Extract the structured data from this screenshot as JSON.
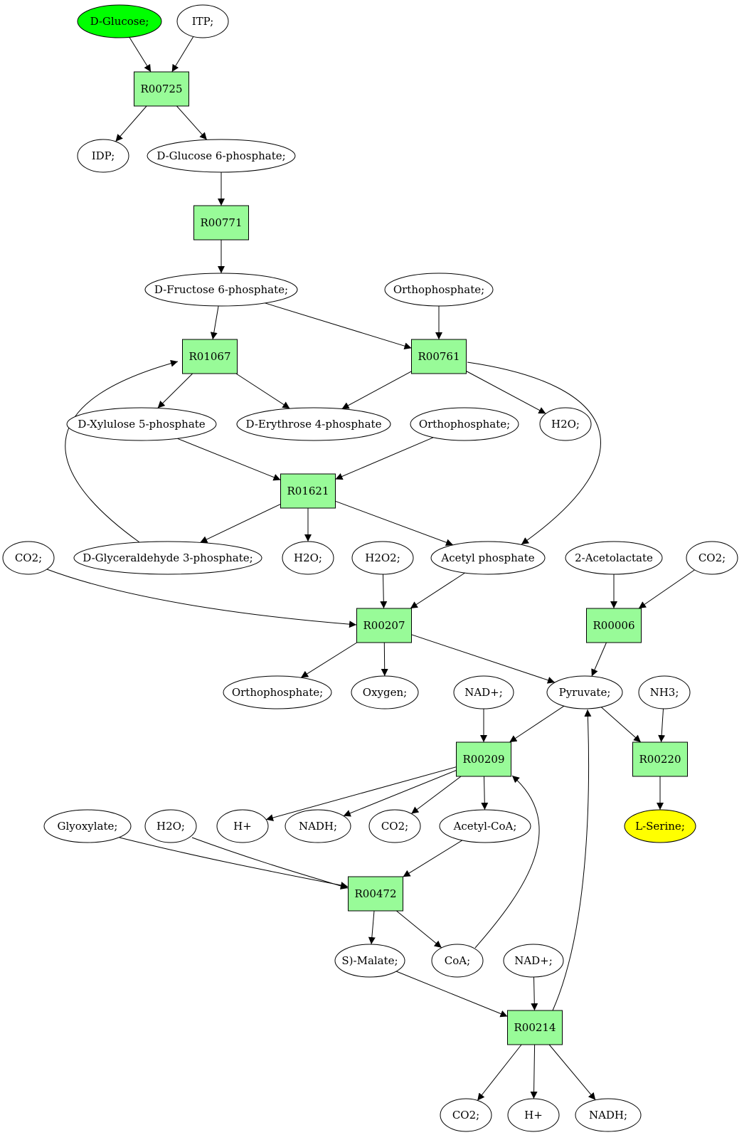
{
  "colors": {
    "reaction_fill": "#98fb98",
    "compound_fill": "#ffffff",
    "start_fill": "#00ff00",
    "end_fill": "#ffff00"
  },
  "nodes": {
    "glucose": {
      "label": "D-Glucose;",
      "kind": "compound",
      "role": "start"
    },
    "itp": {
      "label": "ITP;",
      "kind": "compound"
    },
    "r00725": {
      "label": "R00725",
      "kind": "reaction"
    },
    "idp": {
      "label": "IDP;",
      "kind": "compound"
    },
    "g6p": {
      "label": "D-Glucose 6-phosphate;",
      "kind": "compound"
    },
    "r00771": {
      "label": "R00771",
      "kind": "reaction"
    },
    "f6p": {
      "label": "D-Fructose 6-phosphate;",
      "kind": "compound"
    },
    "pi1": {
      "label": "Orthophosphate;",
      "kind": "compound"
    },
    "r01067": {
      "label": "R01067",
      "kind": "reaction"
    },
    "r00761": {
      "label": "R00761",
      "kind": "reaction"
    },
    "x5p": {
      "label": "D-Xylulose 5-phosphate",
      "kind": "compound"
    },
    "e4p": {
      "label": "D-Erythrose 4-phosphate",
      "kind": "compound"
    },
    "pi2": {
      "label": "Orthophosphate;",
      "kind": "compound"
    },
    "h2o1": {
      "label": "H2O;",
      "kind": "compound"
    },
    "r01621": {
      "label": "R01621",
      "kind": "reaction"
    },
    "co2a": {
      "label": "CO2;",
      "kind": "compound"
    },
    "g3p": {
      "label": "D-Glyceraldehyde 3-phosphate;",
      "kind": "compound"
    },
    "h2o2": {
      "label": "H2O;",
      "kind": "compound"
    },
    "h2o2x": {
      "label": "H2O2;",
      "kind": "compound"
    },
    "acp": {
      "label": "Acetyl phosphate",
      "kind": "compound"
    },
    "acl": {
      "label": "2-Acetolactate",
      "kind": "compound"
    },
    "co2b": {
      "label": "CO2;",
      "kind": "compound"
    },
    "r00207": {
      "label": "R00207",
      "kind": "reaction"
    },
    "r00006": {
      "label": "R00006",
      "kind": "reaction"
    },
    "pi3": {
      "label": "Orthophosphate;",
      "kind": "compound"
    },
    "o2": {
      "label": "Oxygen;",
      "kind": "compound"
    },
    "nad1": {
      "label": "NAD+;",
      "kind": "compound"
    },
    "pyr": {
      "label": "Pyruvate;",
      "kind": "compound"
    },
    "nh3": {
      "label": "NH3;",
      "kind": "compound"
    },
    "r00209": {
      "label": "R00209",
      "kind": "reaction"
    },
    "r00220": {
      "label": "R00220",
      "kind": "reaction"
    },
    "glyox": {
      "label": "Glyoxylate;",
      "kind": "compound"
    },
    "h2o3": {
      "label": "H2O;",
      "kind": "compound"
    },
    "hplus1": {
      "label": "H+",
      "kind": "compound"
    },
    "nadh1": {
      "label": "NADH;",
      "kind": "compound"
    },
    "co2c": {
      "label": "CO2;",
      "kind": "compound"
    },
    "accoa": {
      "label": "Acetyl-CoA;",
      "kind": "compound"
    },
    "ser": {
      "label": "L-Serine;",
      "kind": "compound",
      "role": "end"
    },
    "r00472": {
      "label": "R00472",
      "kind": "reaction"
    },
    "malate": {
      "label": "S)-Malate;",
      "kind": "compound"
    },
    "coa": {
      "label": "CoA;",
      "kind": "compound"
    },
    "nad2": {
      "label": "NAD+;",
      "kind": "compound"
    },
    "r00214": {
      "label": "R00214",
      "kind": "reaction"
    },
    "co2d": {
      "label": "CO2;",
      "kind": "compound"
    },
    "hplus2": {
      "label": "H+",
      "kind": "compound"
    },
    "nadh2": {
      "label": "NADH;",
      "kind": "compound"
    }
  },
  "edges": [
    {
      "from": "glucose",
      "to": "r00725"
    },
    {
      "from": "itp",
      "to": "r00725"
    },
    {
      "from": "r00725",
      "to": "idp"
    },
    {
      "from": "r00725",
      "to": "g6p"
    },
    {
      "from": "g6p",
      "to": "r00771"
    },
    {
      "from": "r00771",
      "to": "f6p"
    },
    {
      "from": "f6p",
      "to": "r01067"
    },
    {
      "from": "f6p",
      "to": "r00761"
    },
    {
      "from": "pi1",
      "to": "r00761"
    },
    {
      "from": "r01067",
      "to": "x5p"
    },
    {
      "from": "r01067",
      "to": "e4p"
    },
    {
      "from": "r00761",
      "to": "e4p"
    },
    {
      "from": "r00761",
      "to": "h2o1"
    },
    {
      "from": "r00761",
      "to": "acp"
    },
    {
      "from": "x5p",
      "to": "r01621"
    },
    {
      "from": "pi2",
      "to": "r01621"
    },
    {
      "from": "g3p",
      "to": "r01067"
    },
    {
      "from": "r01621",
      "to": "g3p"
    },
    {
      "from": "r01621",
      "to": "h2o2"
    },
    {
      "from": "r01621",
      "to": "acp"
    },
    {
      "from": "co2a",
      "to": "r00207"
    },
    {
      "from": "h2o2x",
      "to": "r00207"
    },
    {
      "from": "acp",
      "to": "r00207"
    },
    {
      "from": "acl",
      "to": "r00006"
    },
    {
      "from": "co2b",
      "to": "r00006"
    },
    {
      "from": "r00207",
      "to": "pi3"
    },
    {
      "from": "r00207",
      "to": "o2"
    },
    {
      "from": "r00207",
      "to": "pyr"
    },
    {
      "from": "r00006",
      "to": "pyr"
    },
    {
      "from": "nad1",
      "to": "r00209"
    },
    {
      "from": "pyr",
      "to": "r00209"
    },
    {
      "from": "pyr",
      "to": "r00220"
    },
    {
      "from": "nh3",
      "to": "r00220"
    },
    {
      "from": "r00220",
      "to": "ser"
    },
    {
      "from": "r00209",
      "to": "hplus1"
    },
    {
      "from": "r00209",
      "to": "nadh1"
    },
    {
      "from": "r00209",
      "to": "co2c"
    },
    {
      "from": "r00209",
      "to": "accoa"
    },
    {
      "from": "glyox",
      "to": "r00472"
    },
    {
      "from": "h2o3",
      "to": "r00472"
    },
    {
      "from": "accoa",
      "to": "r00472"
    },
    {
      "from": "r00472",
      "to": "malate"
    },
    {
      "from": "r00472",
      "to": "coa"
    },
    {
      "from": "coa",
      "to": "r00209"
    },
    {
      "from": "malate",
      "to": "r00214"
    },
    {
      "from": "nad2",
      "to": "r00214"
    },
    {
      "from": "r00214",
      "to": "pyr"
    },
    {
      "from": "r00214",
      "to": "co2d"
    },
    {
      "from": "r00214",
      "to": "hplus2"
    },
    {
      "from": "r00214",
      "to": "nadh2"
    }
  ]
}
